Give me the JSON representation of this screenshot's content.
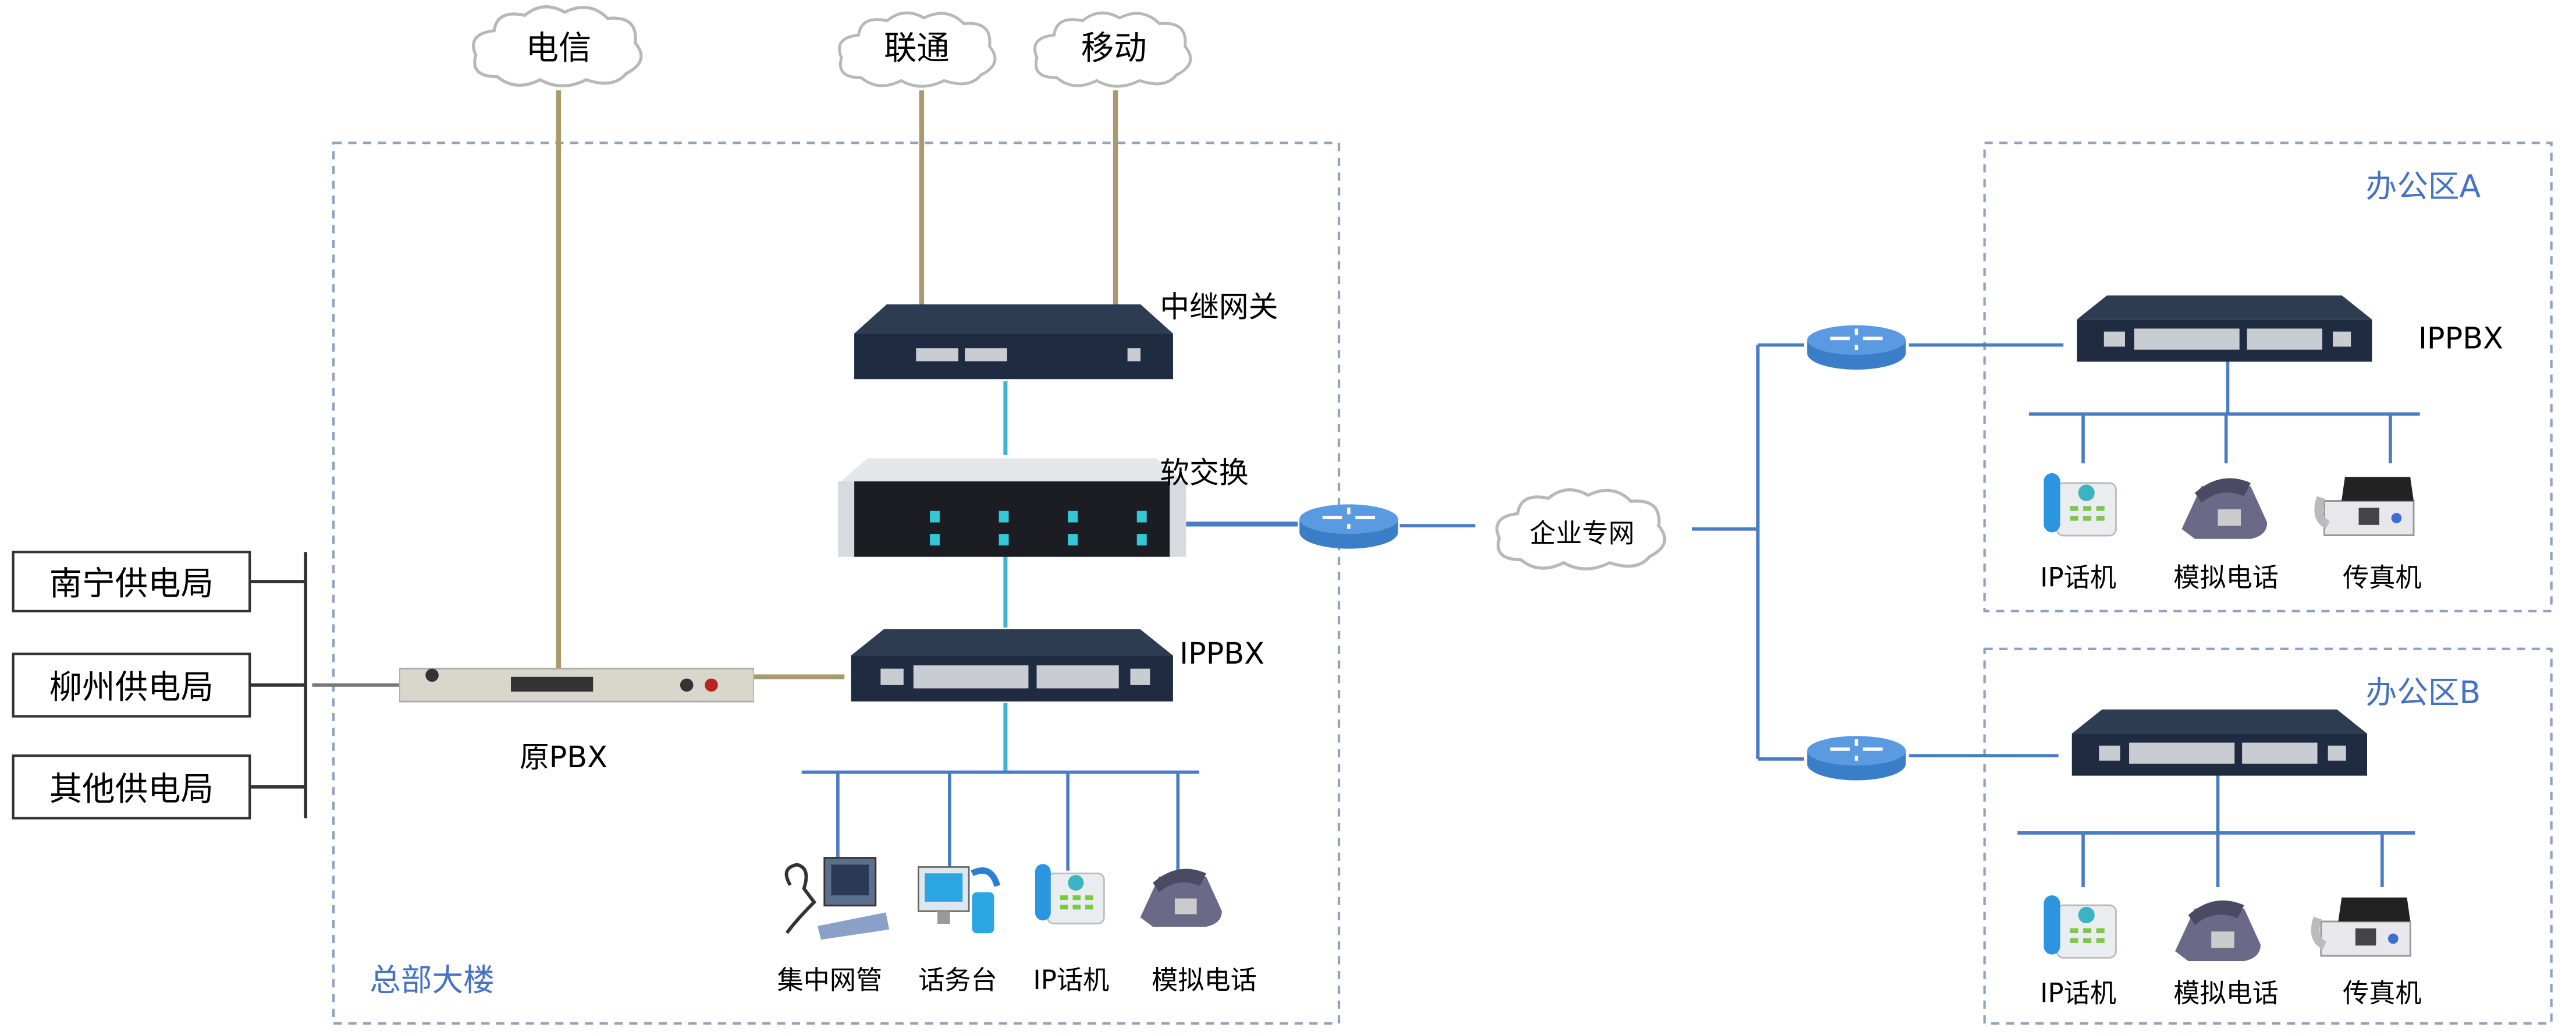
{
  "clouds": {
    "telecom": "电信",
    "unicom": "联通",
    "mobile": "移动",
    "enterprise": "企业专网"
  },
  "hq": {
    "label": "总部大楼",
    "trunk_gateway": "中继网关",
    "softswitch": "软交换",
    "ippbx": "IPPBX",
    "old_pbx": "原PBX",
    "terminals": [
      "集中网管",
      "话务台",
      "IP话机",
      "模拟电话"
    ]
  },
  "branches": [
    "南宁供电局",
    "柳州供电局",
    "其他供电局"
  ],
  "office_a": {
    "label": "办公区A",
    "ippbx": "IPPBX",
    "terminals": [
      "IP话机",
      "模拟电话",
      "传真机"
    ]
  },
  "office_b": {
    "label": "办公区B",
    "terminals": [
      "IP话机",
      "模拟电话",
      "传真机"
    ]
  },
  "colors": {
    "trunk_line": "#a89a6a",
    "lan_line": "#3fb6d0",
    "wan_line": "#4a7cc4",
    "zone_border": "#8fa3c0",
    "zone_label": "#4472c4"
  }
}
